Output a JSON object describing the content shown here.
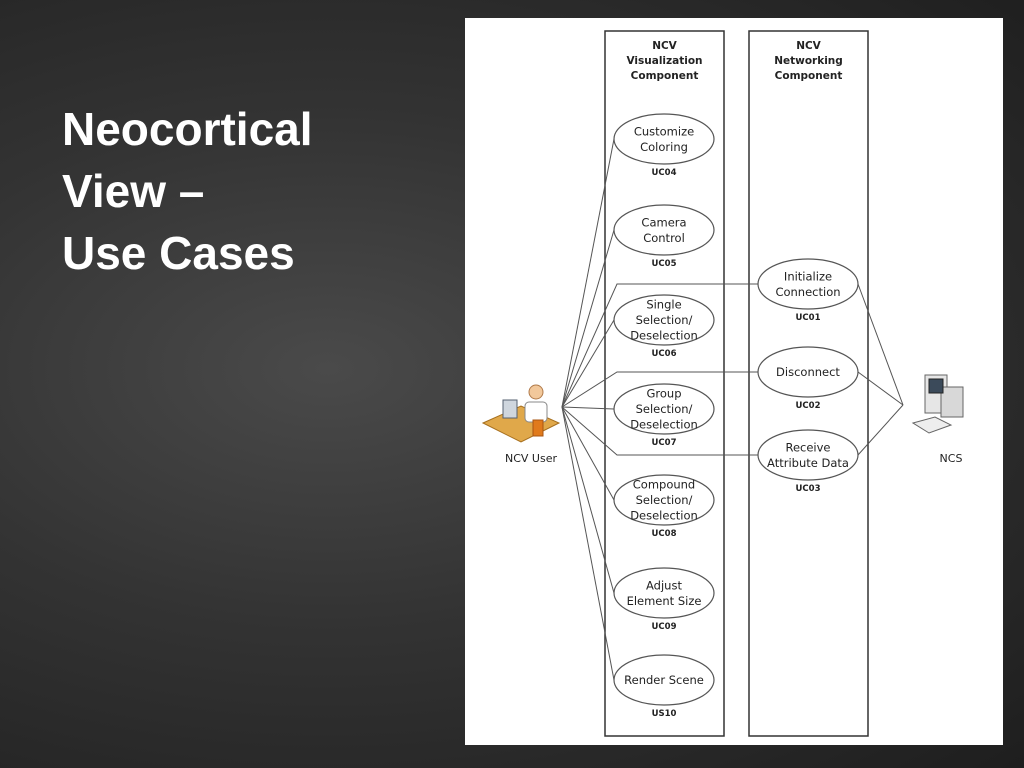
{
  "slide": {
    "title_lines": [
      "Neocortical",
      "View –",
      "Use Cases"
    ]
  },
  "diagram": {
    "systems": [
      {
        "lines": [
          "NCV",
          "Visualization",
          "Component"
        ]
      },
      {
        "lines": [
          "NCV",
          "Networking",
          "Component"
        ]
      }
    ],
    "actors": {
      "user": {
        "label": "NCV User",
        "icon": "user-at-desk-icon"
      },
      "server": {
        "label": "NCS",
        "icon": "desktop-computer-icon"
      }
    },
    "visualization_use_cases": [
      {
        "lines": [
          "Customize",
          "Coloring"
        ],
        "code": "UC04"
      },
      {
        "lines": [
          "Camera",
          "Control"
        ],
        "code": "UC05"
      },
      {
        "lines": [
          "Single",
          "Selection/",
          "Deselection"
        ],
        "code": "UC06"
      },
      {
        "lines": [
          "Group",
          "Selection/",
          "Deselection"
        ],
        "code": "UC07"
      },
      {
        "lines": [
          "Compound",
          "Selection/",
          "Deselection"
        ],
        "code": "UC08"
      },
      {
        "lines": [
          "Adjust",
          "Element Size"
        ],
        "code": "UC09"
      },
      {
        "lines": [
          "Render Scene"
        ],
        "code": "US10"
      }
    ],
    "networking_use_cases": [
      {
        "lines": [
          "Initialize",
          "Connection"
        ],
        "code": "UC01"
      },
      {
        "lines": [
          "Disconnect"
        ],
        "code": "UC02"
      },
      {
        "lines": [
          "Receive",
          "Attribute Data"
        ],
        "code": "UC03"
      }
    ],
    "colors": {
      "line": "#555555",
      "ellipse_fill": "#ffffff",
      "panel_bg": "#ffffff",
      "title": "#ffffff"
    }
  }
}
